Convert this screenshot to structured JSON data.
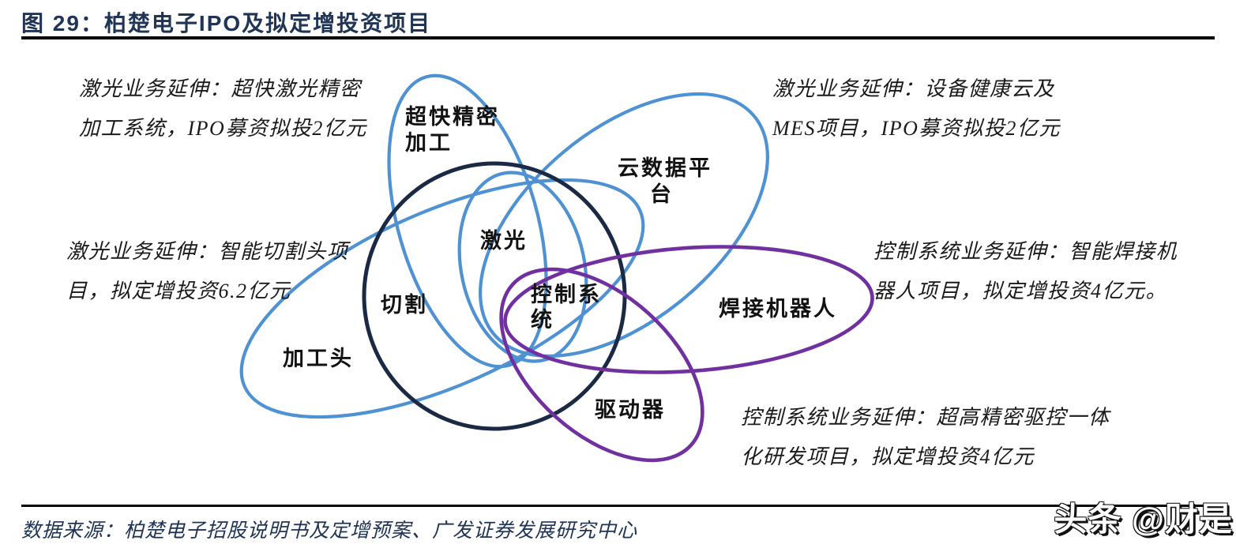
{
  "figure": {
    "title": "图 29：柏楚电子IPO及拟定增投资项目",
    "source": "数据来源：柏楚电子招股说明书及定增预案、广发证券发展研究中心",
    "watermark": "头条 @财是"
  },
  "annotations": {
    "top_left": {
      "line1": "激光业务延伸：超快激光精密",
      "line2": "加工系统，IPO募资拟投2亿元"
    },
    "top_right": {
      "line1": "激光业务延伸：设备健康云及",
      "line2": "MES项目，IPO募资拟投2亿元"
    },
    "mid_left": {
      "line1": "激光业务延伸：智能切割头项",
      "line2": "目，拟定增投资6.2亿元"
    },
    "mid_right": {
      "line1": "控制系统业务延伸：智能焊接机",
      "line2": "器人项目，拟定增投资4亿元。"
    },
    "bottom_right": {
      "line1": "控制系统业务延伸：超高精密驱控一体",
      "line2": "化研发项目，拟定增投资4亿元"
    }
  },
  "labels": {
    "ultrafast_line1": "超快精密",
    "ultrafast_line2": "加工",
    "cloud_line1": "云数据平",
    "cloud_line2": "台",
    "laser": "激光",
    "cutting": "切割",
    "control_line1": "控制系",
    "control_line2": "统",
    "processing_head": "加工头",
    "welding_robot": "焊接机器人",
    "driver": "驱动器"
  },
  "colors": {
    "blue": "#4E92D3",
    "navy": "#1B2A44",
    "purple": "#7030A0",
    "title_navy": "#203456",
    "rule_black": "#000000"
  }
}
